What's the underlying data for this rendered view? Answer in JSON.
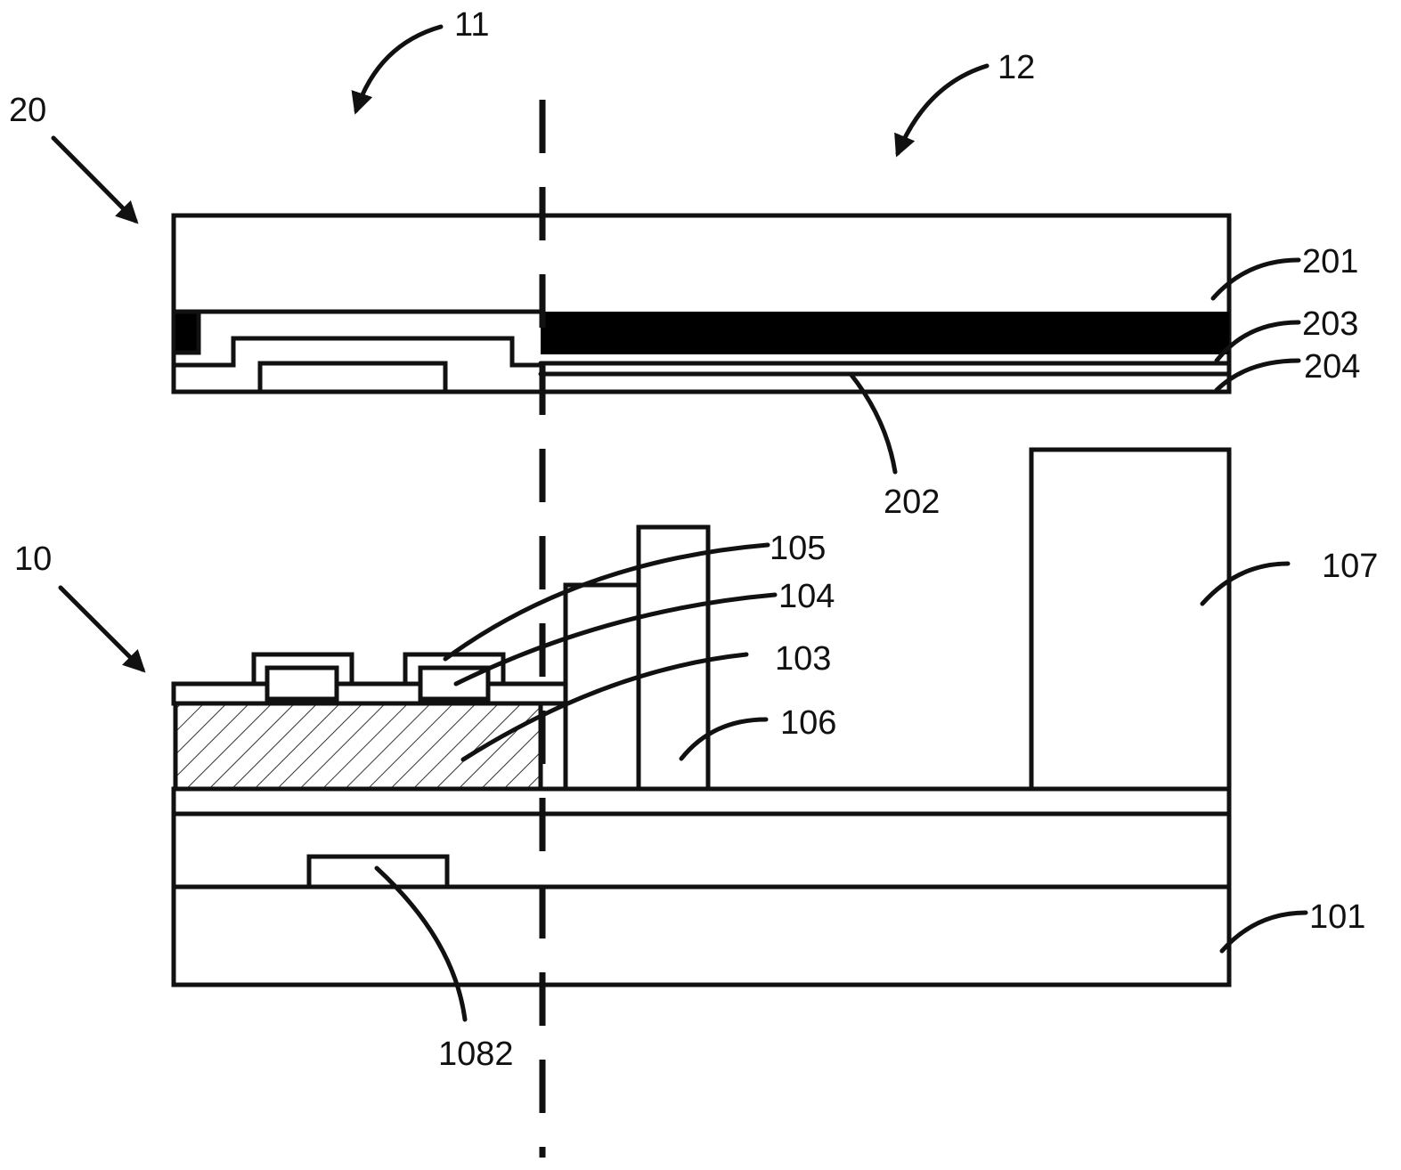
{
  "labels": {
    "display_panel": "20",
    "array_substrate": "10",
    "region_first": "11",
    "region_second": "12",
    "layer_201": "201",
    "layer_202": "202",
    "layer_203": "203",
    "layer_204": "204",
    "layer_101": "101",
    "layer_103": "103",
    "layer_104": "104",
    "layer_105": "105",
    "layer_106": "106",
    "layer_107": "107",
    "layer_1082": "1082"
  },
  "colors": {
    "line": "#111111",
    "background": "#ffffff",
    "black_matrix": "#000000"
  }
}
